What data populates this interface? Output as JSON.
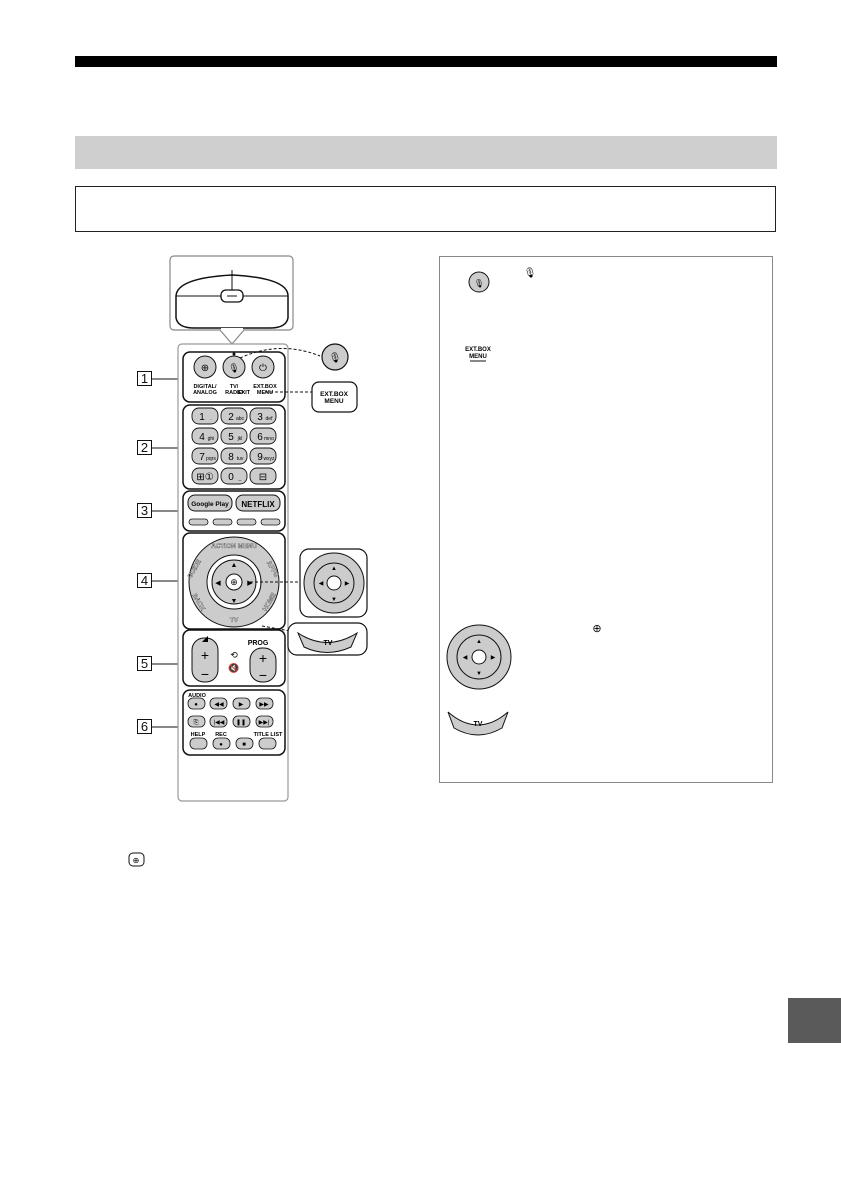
{
  "remote": {
    "group_numbers": [
      "1",
      "2",
      "3",
      "4",
      "5",
      "6"
    ],
    "row1": {
      "digital_analog": "DIGITAL/\nANALOG",
      "tv_radio": "TV/\nRADIO",
      "exit": "EXIT",
      "ext_box_menu": "EXT.BOX\nMENU"
    },
    "numpad": [
      {
        "num": "1",
        "sub": "."
      },
      {
        "num": "2",
        "sub": "abc"
      },
      {
        "num": "3",
        "sub": "def"
      },
      {
        "num": "4",
        "sub": "ghi"
      },
      {
        "num": "5",
        "sub": "jkl"
      },
      {
        "num": "6",
        "sub": "mno"
      },
      {
        "num": "7",
        "sub": "pqrs"
      },
      {
        "num": "8",
        "sub": "tuv"
      },
      {
        "num": "9",
        "sub": "wxyz"
      },
      {
        "num": "⊞①",
        "sub": ""
      },
      {
        "num": "0",
        "sub": "_"
      },
      {
        "num": "⊟",
        "sub": ""
      }
    ],
    "google_play": "Google Play",
    "netflix": "NETFLIX",
    "action_menu": "ACTION MENU",
    "guide": "GUIDE",
    "apps": "APPS",
    "back": "BACK",
    "home": "HOME",
    "tv": "TV",
    "prog": "PROG",
    "audio": "AUDIO",
    "help": "HELP",
    "rec": "REC",
    "title_list": "TITLE LIST"
  },
  "callouts": {
    "ext_box_menu": "EXT.BOX\nMENU",
    "tv": "TV"
  },
  "info": {
    "ext_box_menu_icon_label": "EXT.BOX\nMENU",
    "tv_label": "TV"
  },
  "colors": {
    "button_gray": "#c9c9c9",
    "dark_border": "#111111",
    "section_bar": "#cfcfcf",
    "side_tab": "#5a5a5a"
  }
}
